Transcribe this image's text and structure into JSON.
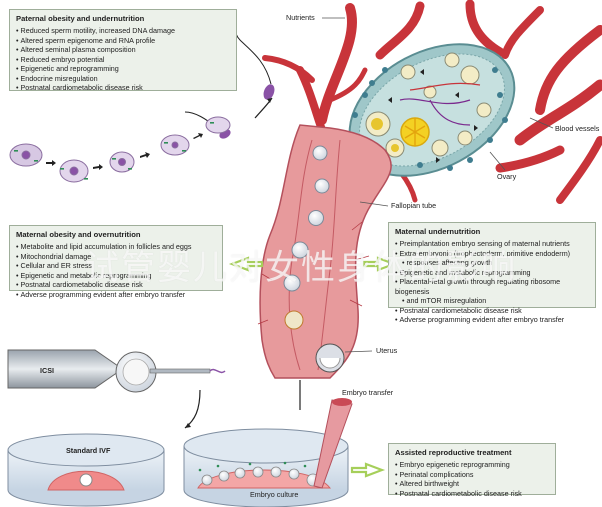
{
  "paternal": {
    "title": "Paternal obesity and undernutrition",
    "items": [
      "Reduced sperm motility, increased DNA damage",
      "Altered sperm epigenome and RNA profile",
      "Altered seminal plasma composition",
      "Reduced embryo potential",
      "Epigenetic and reprogramming",
      "Endocrine misregulation",
      "Postnatal cardiometabolic disease risk"
    ]
  },
  "maternal_obesity": {
    "title": "Maternal obesity and overnutrition",
    "items": [
      "Metabolite and lipid accumulation in follicles and eggs",
      "Mitochondrial damage",
      "Cellular and ER stress",
      "Epigenetic and metabolic reprogramming",
      "Postnatal cardiometabolic disease risk",
      "Adverse programming evident after embryo transfer"
    ]
  },
  "maternal_under": {
    "title": "Maternal undernutrition",
    "items": [
      "Preimplantation embryo sensing of maternal nutrients",
      "Extra-embryonic (trophectoderm, primitive endoderm)",
      "responses affecting growth",
      "Epigenetic and metabolic reprogramming",
      "Placental-fetal growth through regulating ribosome biogenesis",
      "and mTOR misregulation",
      "Postnatal cardiometabolic disease risk",
      "Adverse programming evident after embryo transfer"
    ]
  },
  "art": {
    "title": "Assisted reproductive treatment",
    "items": [
      "Embryo epigenetic reprogramming",
      "Perinatal complications",
      "Altered birthweight",
      "Postnatal cardiometabolic disease risk"
    ]
  },
  "labels": {
    "nutrients": "Nutrients",
    "blood_vessels": "Blood vessels",
    "ovary": "Ovary",
    "fallopian_tube": "Fallopian tube",
    "uterus": "Uterus",
    "icsi": "ICSI",
    "standard_ivf": "Standard IVF",
    "embryo_culture": "Embryo culture",
    "embryo_transfer": "Embryo transfer"
  },
  "watermark": "试管婴儿对女性身体的影响",
  "colors": {
    "vessel": "#c8343a",
    "tissue": "#e79a9c",
    "tissue_dark": "#c45a63",
    "box_bg": "#ecf1ea",
    "arrow_green": "#a6cf5a",
    "egg": "#e9e3c6",
    "yolk": "#f2c427",
    "dish": "#c4d3e3"
  }
}
